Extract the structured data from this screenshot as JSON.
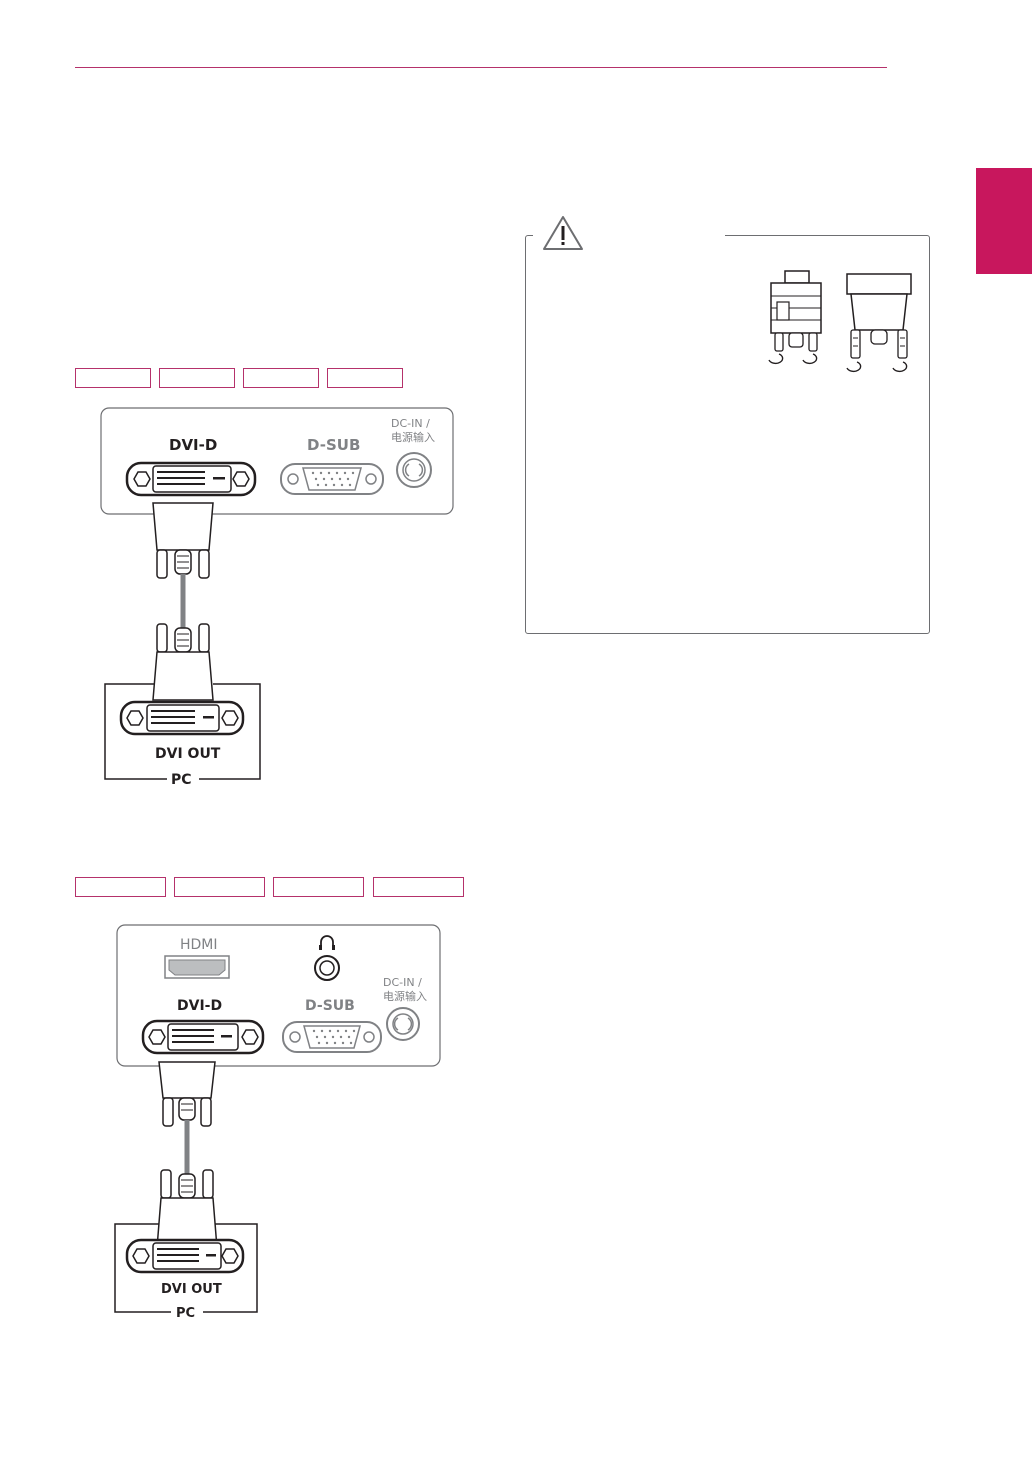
{
  "diagram1": {
    "port_labels": {
      "dvi": "DVI-D",
      "dsub": "D-SUB",
      "dcin_line1": "DC-IN /",
      "dcin_line2": "电源输入"
    },
    "pc_port_label": "DVI OUT",
    "pc_label": "PC",
    "model_tag_count": 4
  },
  "diagram2": {
    "port_labels": {
      "hdmi": "HDMI",
      "dvi": "DVI-D",
      "dsub": "D-SUB",
      "dcin_line1": "DC-IN /",
      "dcin_line2": "电源输入"
    },
    "pc_port_label": "DVI OUT",
    "pc_label": "PC",
    "model_tag_count": 4
  },
  "caution": {
    "icon": "warning-triangle-icon"
  },
  "colors": {
    "accent": "#c8175d",
    "rule": "#b5316b",
    "line": "#6d6e71"
  }
}
